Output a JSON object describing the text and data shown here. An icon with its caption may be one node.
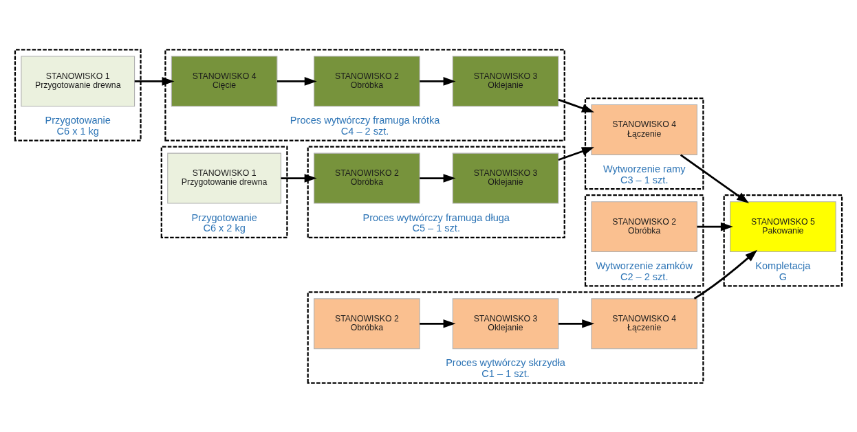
{
  "diagram": {
    "nodes": [
      {
        "text": [
          "Przygotowanie",
          "C6 x 2 kg"
        ]
      },
      {
        "text": [
          "STANOWISKO 1",
          "Przygotowanie drewna"
        ],
        "in": 0
      },
      {
        "text": [
          "Proces wytwórczy framuga długa",
          "C5 – 1 szt."
        ]
      },
      {
        "text": [
          "STANOWISKO 2",
          "Obróbka"
        ],
        "in": 2
      },
      {
        "text": [
          "STANOWISKO 3",
          "Oklejanie"
        ],
        "in": 2
      },
      {
        "text": [
          "Przygotowanie",
          "C6 x 1 kg"
        ]
      },
      {
        "text": [
          "STANOWISKO 1",
          "Przygotowanie drewna"
        ],
        "in": 5
      },
      {
        "text": [
          "Proces wytwórczy framuga krótka",
          "C4 – 2 szt."
        ]
      },
      {
        "text": [
          "STANOWISKO 4",
          "Cięcie"
        ],
        "in": 7
      },
      {
        "text": [
          "STANOWISKO 2",
          "Obróbka"
        ],
        "in": 7
      },
      {
        "text": [
          "STANOWISKO 3",
          "Oklejanie"
        ],
        "in": 7
      },
      {
        "text": [
          "Wytworzenie ramy",
          "C3 – 1 szt."
        ]
      },
      {
        "text": [
          "STANOWISKO 4",
          "Łączenie"
        ],
        "in": 11
      },
      {
        "text": [
          "Wytworzenie zamków",
          "C2 – 2 szt."
        ]
      },
      {
        "text": [
          "STANOWISKO 2",
          "Obróbka"
        ],
        "in": 13
      },
      {
        "text": [
          "Kompletacja",
          "G"
        ]
      },
      {
        "text": [
          "STANOWISKO 5",
          "Pakowanie"
        ],
        "in": 15
      },
      {
        "text": [
          "Proces wytwórczy skrzydła",
          "C1 – 1 szt."
        ]
      },
      {
        "text": [
          "STANOWISKO 2",
          "Obróbka"
        ],
        "in": 17
      },
      {
        "text": [
          "STANOWISKO 3",
          "Oklejanie"
        ],
        "in": 17
      },
      {
        "text": [
          "STANOWISKO 4",
          "Łączenie"
        ],
        "in": 17
      }
    ],
    "edges": [
      {
        "from": 1,
        "to": 3,
        "arrow": "to"
      },
      {
        "from": 3,
        "to": 4,
        "arrow": "to"
      },
      {
        "from": 4,
        "to": 12,
        "arrow": "to"
      },
      {
        "from": 6,
        "to": 8,
        "arrow": "to"
      },
      {
        "from": 8,
        "to": 9,
        "arrow": "to"
      },
      {
        "from": 9,
        "to": 10,
        "arrow": "to"
      },
      {
        "from": 10,
        "to": 12,
        "arrow": "to"
      },
      {
        "from": 12,
        "to": 16,
        "arrow": "to"
      },
      {
        "from": 14,
        "to": 16,
        "arrow": "to"
      },
      {
        "from": 18,
        "to": 19,
        "arrow": "to"
      },
      {
        "from": 19,
        "to": 20,
        "arrow": "to"
      },
      {
        "from": 20,
        "to": 16,
        "arrow": "to"
      }
    ]
  }
}
